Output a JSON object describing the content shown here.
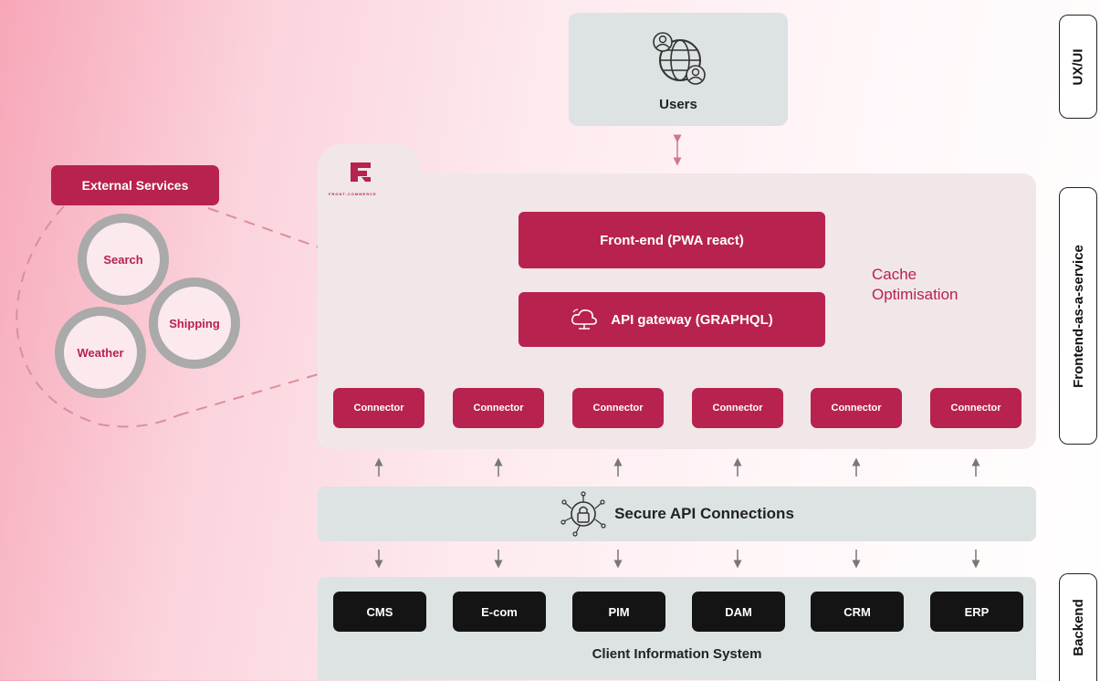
{
  "users": {
    "label": "Users",
    "icon": "globe-users-icon"
  },
  "frontend_panel": {
    "logo_text": "FRONT-COMMERCE",
    "frontend_label": "Front-end (PWA react)",
    "gateway_label": "API gateway (GRAPHQL)",
    "gateway_icon": "cloud-icon",
    "cache_label": [
      "Cache",
      "Optimisation"
    ],
    "connectors": [
      "Connector",
      "Connector",
      "Connector",
      "Connector",
      "Connector",
      "Connector"
    ]
  },
  "secure": {
    "label": "Secure API Connections",
    "icon": "lock-network-icon"
  },
  "backend": {
    "systems": [
      "CMS",
      "E-com",
      "PIM",
      "DAM",
      "CRM",
      "ERP"
    ],
    "label": "Client Information System"
  },
  "external": {
    "label": "External Services",
    "services": [
      "Search",
      "Shipping",
      "Weather"
    ]
  },
  "side_labels": {
    "ux": "UX/UI",
    "frontend": "Frontend-as-a-service",
    "backend": "Backend"
  },
  "colors": {
    "accent": "#b8224f",
    "panel_gray": "#dde2e3",
    "panel_pink": "#f1e7e9",
    "system_box": "#141414"
  }
}
